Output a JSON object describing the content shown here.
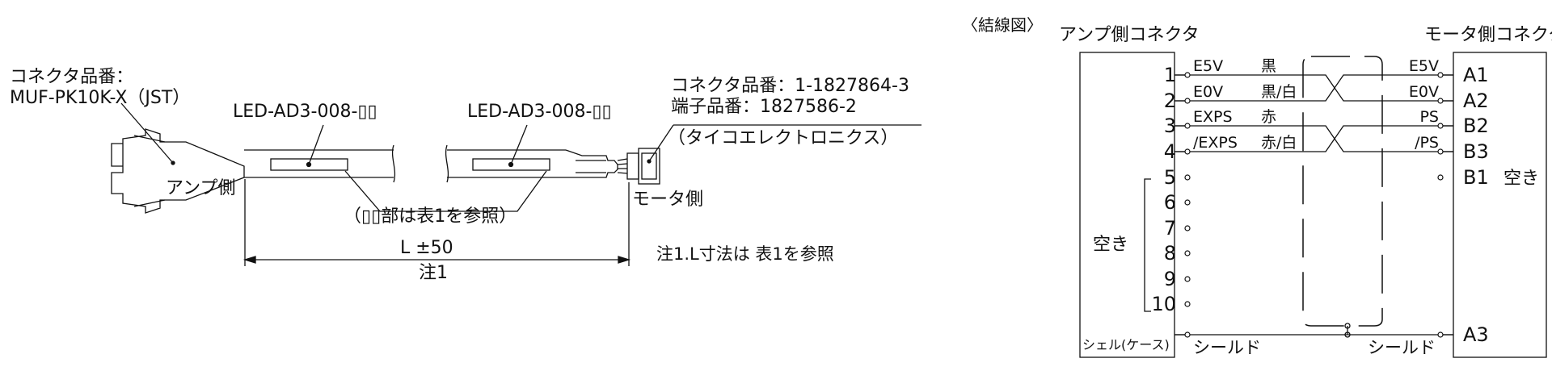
{
  "cable": {
    "left_connector_label_1": "コネクタ品番：",
    "left_connector_label_2": "MUF-PK10K-X（JST）",
    "left_part_no": "LED-AD3-008-▯▯",
    "right_part_no": "LED-AD3-008-▯▯",
    "right_connector_label_1": "コネクタ品番：1-1827864-3",
    "right_connector_label_2": "端子品番：1827586-2",
    "right_connector_maker": "（タイコエレクトロニクス）",
    "part_note": "（▯▯部は表1を参照）",
    "amp_side": "アンプ側",
    "motor_side": "モータ側",
    "length_label": "L ±50",
    "length_note_ref": "注1",
    "note": "注1.L寸法は 表1を参照"
  },
  "wiring": {
    "title": "〈結線図〉",
    "amp_connector": "アンプ側コネクタ",
    "motor_connector": "モータ側コネクタ",
    "left_pins": [
      "1",
      "2",
      "3",
      "4",
      "5",
      "6",
      "7",
      "8",
      "9",
      "10"
    ],
    "left_signals": [
      "E5V",
      "E0V",
      "EXPS",
      "/EXPS"
    ],
    "wire_colors": [
      "黒",
      "黒/白",
      "赤",
      "赤/白"
    ],
    "right_signals": [
      "E5V",
      "E0V",
      "PS",
      "/PS"
    ],
    "right_pins": [
      "A1",
      "A2",
      "B2",
      "B3",
      "B1"
    ],
    "right_spare": "空き",
    "left_spare": "空き",
    "shell_label": "シェル(ケース)",
    "shield_left": "シールド",
    "shield_right": "シールド",
    "shield_pin": "A3"
  }
}
